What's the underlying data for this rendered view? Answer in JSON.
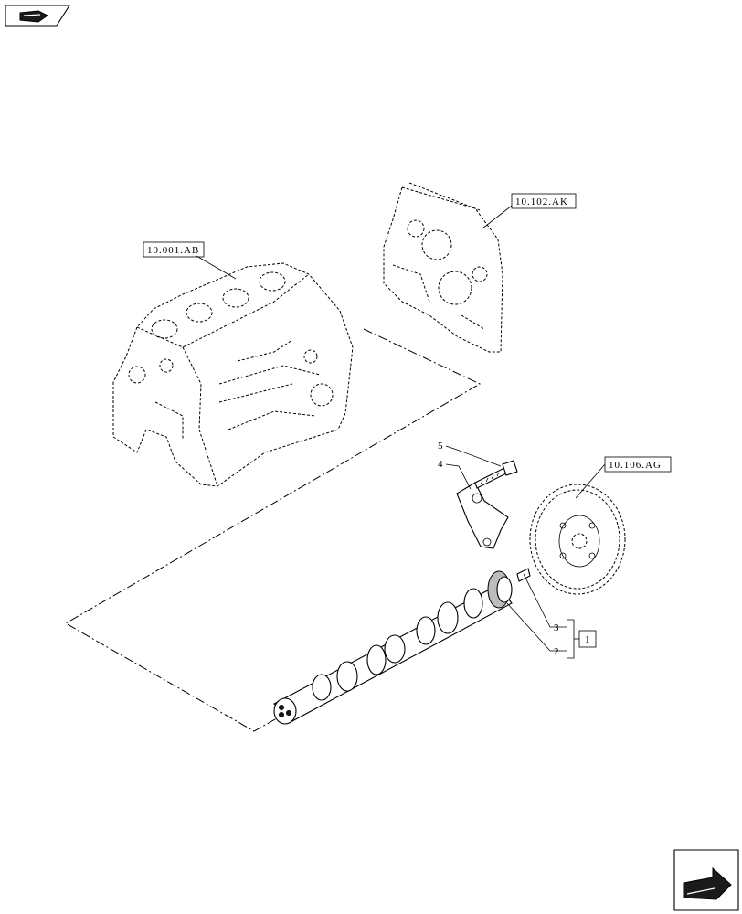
{
  "refs": {
    "block": "10.001.AB",
    "front_cover": "10.102.AK",
    "gear": "10.106.AG"
  },
  "callouts": {
    "c5": "5",
    "c4": "4",
    "c3": "3",
    "c2": "2",
    "kit": "1"
  },
  "icons": {
    "top_left": "previous-page-arrow-icon",
    "bottom_right": "next-page-arrow-icon"
  }
}
